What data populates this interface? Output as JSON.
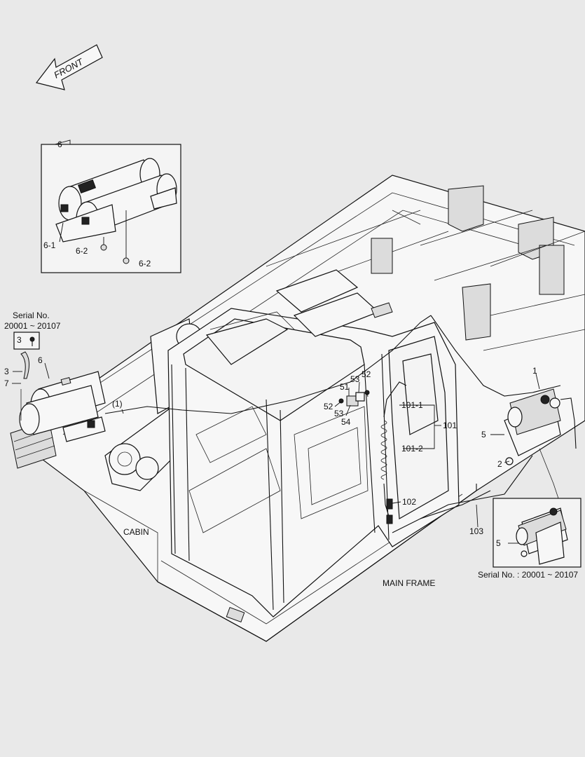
{
  "front_label": "FRONT",
  "inset_tank": {
    "label_top": "6",
    "label_a": "6-1",
    "label_b": "6-2",
    "label_c": "6-2"
  },
  "serial_left": {
    "line1": "Serial No.",
    "line2": "20001 ~ 20107"
  },
  "inset_compressor": {
    "serial": "Serial No. : 20001 ~ 20107",
    "label": "5"
  },
  "callouts": {
    "c1": "1",
    "c_paren1": "(1)",
    "c2": "2",
    "c3a": "3",
    "c3b": "3",
    "c5": "5",
    "c6": "6",
    "c7": "7",
    "c51": "51",
    "c52a": "52",
    "c52b": "52",
    "c53a": "53",
    "c53b": "53",
    "c54": "54",
    "c101": "101",
    "c101_1": "101-1",
    "c101_2": "101-2",
    "c102": "102",
    "c103": "103"
  },
  "area_labels": {
    "cabin": "CABIN",
    "main_frame": "MAIN FRAME"
  }
}
